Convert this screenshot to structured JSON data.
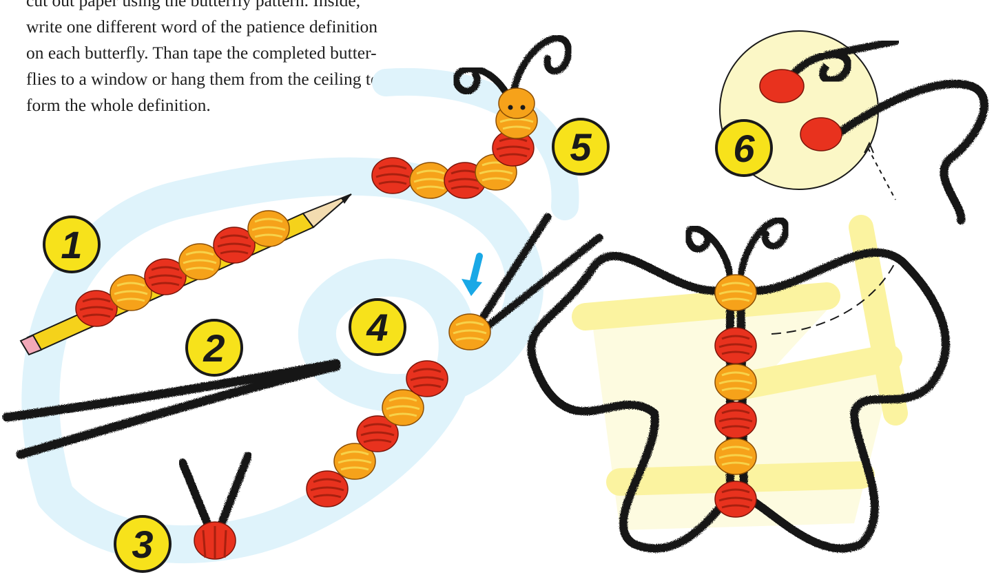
{
  "instructions": {
    "line0": "cut out paper using the butterfly pattern. Inside,",
    "line1": "write one different word of the patience definition",
    "line2": "on each butterfly. Than tape the completed butter-",
    "line3": "flies to a window or hang them from the ceiling to",
    "line4": "form the whole definition."
  },
  "steps": [
    {
      "label": "1"
    },
    {
      "label": "2"
    },
    {
      "label": "3"
    },
    {
      "label": "4"
    },
    {
      "label": "5"
    },
    {
      "label": "6"
    }
  ],
  "colors": {
    "bead_red": "#e8321e",
    "bead_orange": "#f6a21a",
    "pipe_cleaner": "#151515",
    "badge_yellow": "#f7e21b",
    "bg_blue": "#dff3fb",
    "bg_yellow": "#fbf6a3",
    "arrow_blue": "#19a8e6"
  }
}
